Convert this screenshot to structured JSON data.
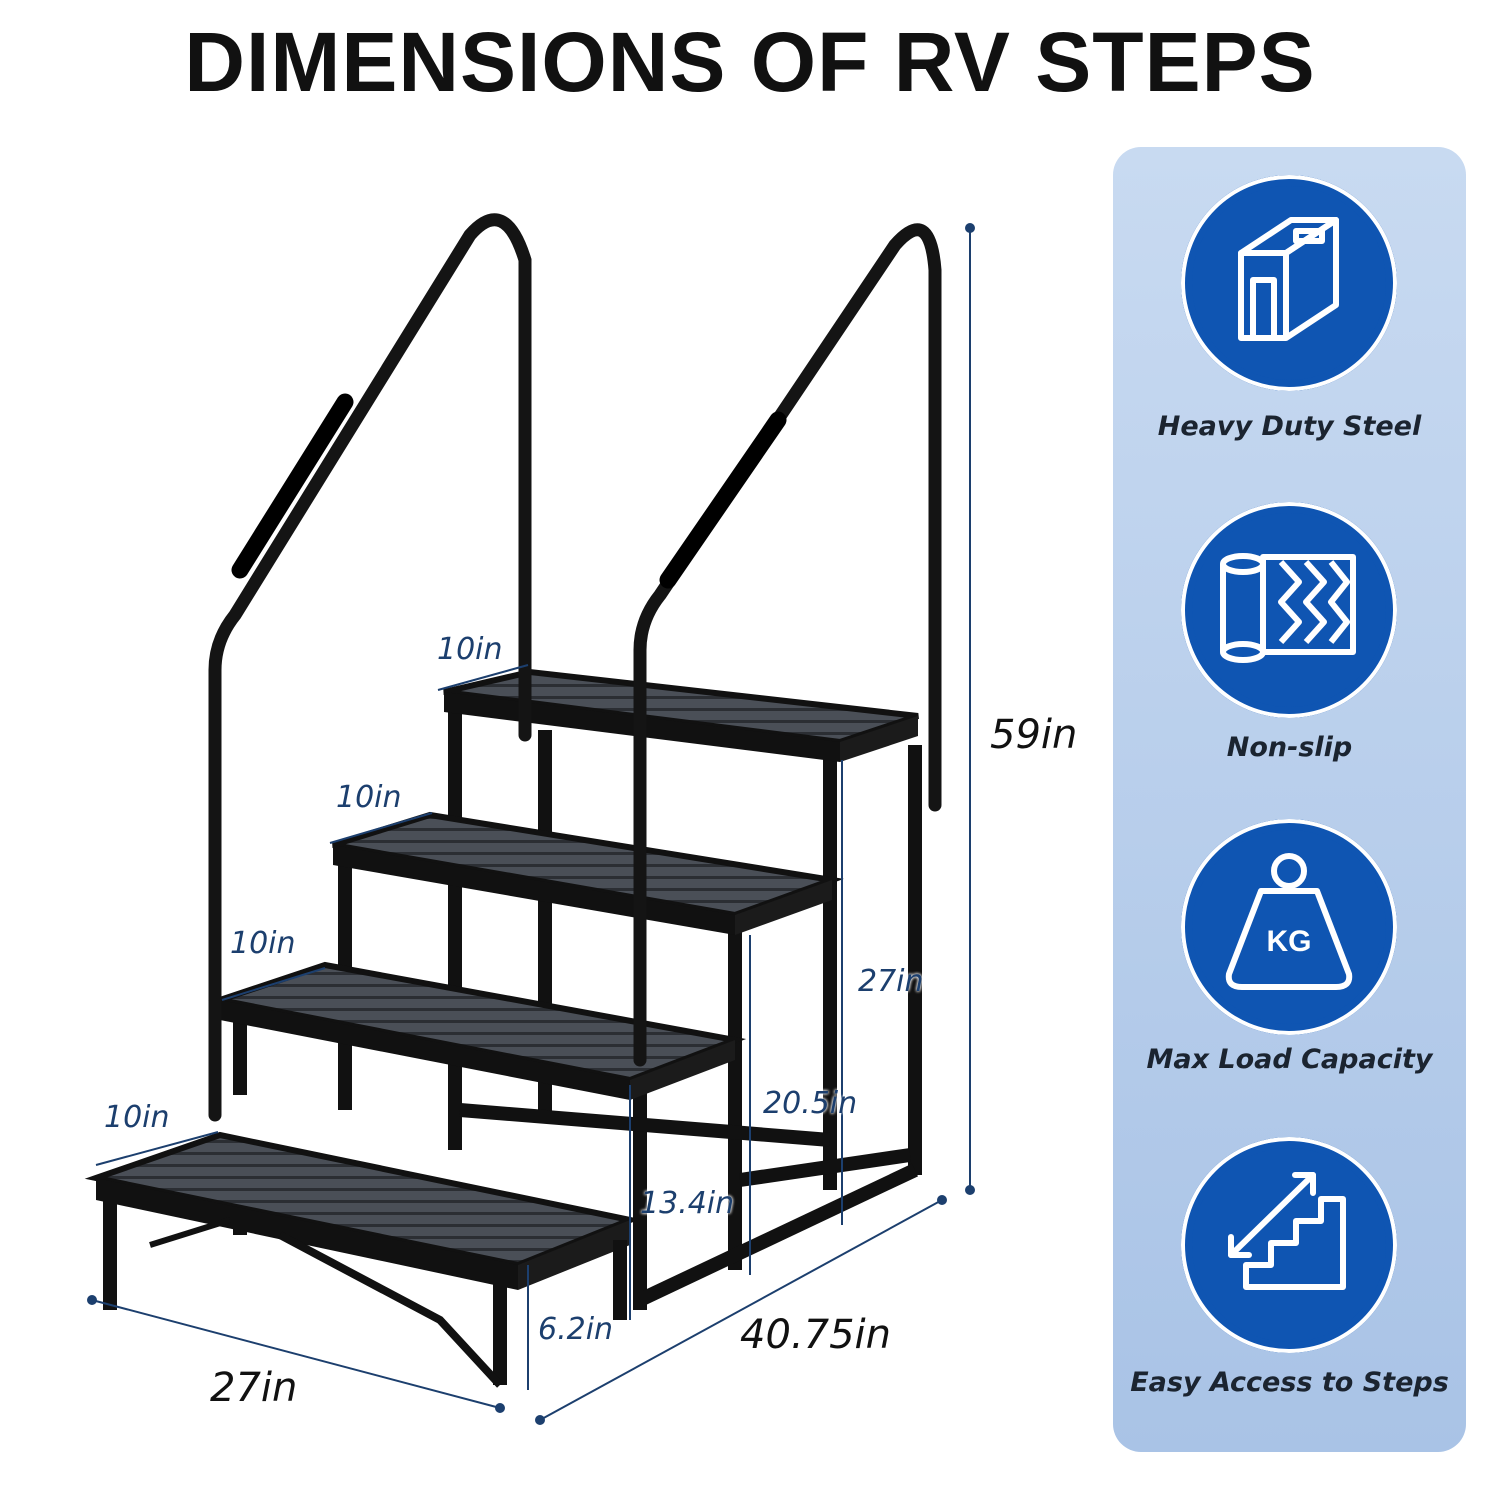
{
  "title": "DIMENSIONS OF RV STEPS",
  "dimensions": {
    "total_height": "59in",
    "depth": "40.75in",
    "width": "27in",
    "platform_height": "27in",
    "step3_height": "20.5in",
    "step2_height": "13.4in",
    "step1_height": "6.2in",
    "tread_top": "10in",
    "tread_3": "10in",
    "tread_2": "10in",
    "tread_1": "10in"
  },
  "features": [
    {
      "label": "Heavy Duty Steel",
      "icon": "steel-profile-icon"
    },
    {
      "label": "Non-slip",
      "icon": "non-slip-mat-icon"
    },
    {
      "label": "Max Load Capacity",
      "icon": "kg-weight-icon"
    },
    {
      "label": "Easy Access to Steps",
      "icon": "stairs-arrow-icon"
    }
  ],
  "colors": {
    "accent": "#0f55b2",
    "panel_top": "#c8daf1",
    "panel_bottom": "#a9c3e6",
    "dimension_text": "#1c3f6e",
    "steel": "#111111",
    "tread": "#3d4148"
  }
}
